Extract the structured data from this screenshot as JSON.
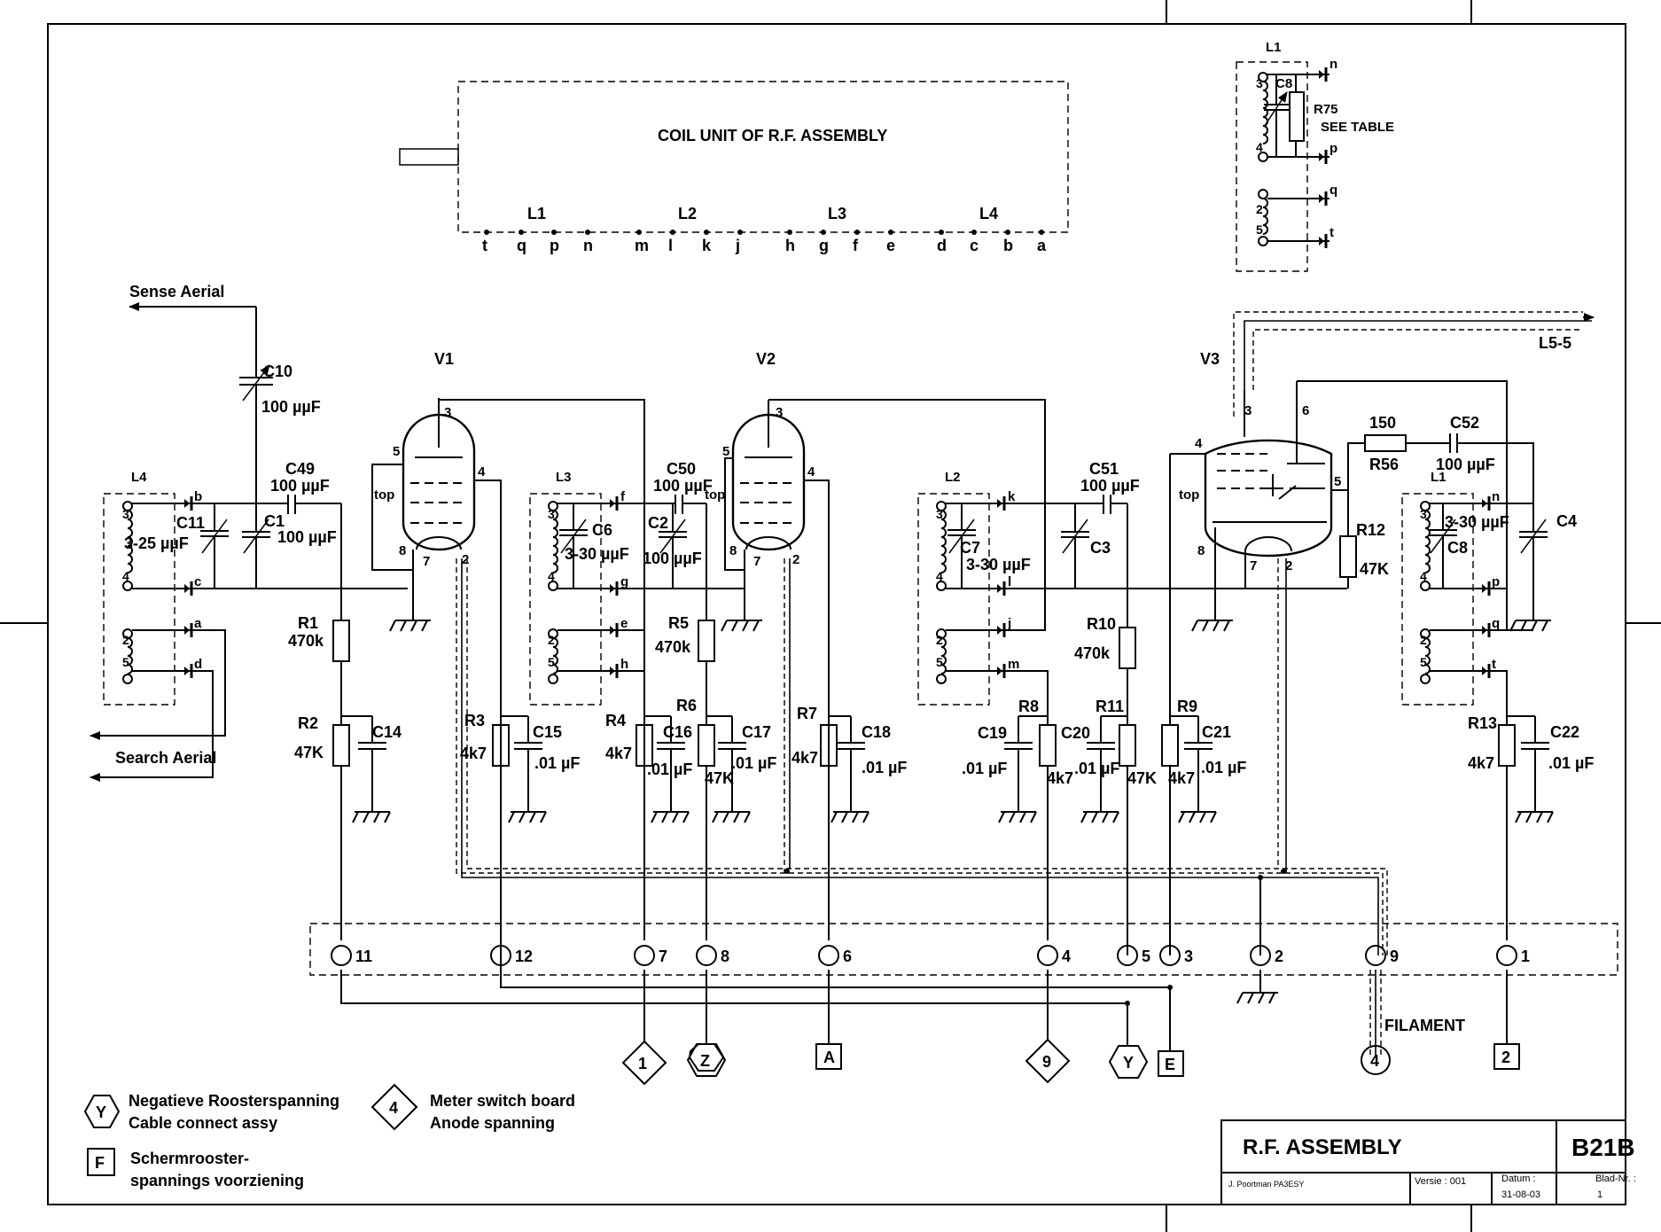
{
  "title_block": {
    "title": "R.F. ASSEMBLY",
    "drawing_no": "B21B",
    "author": "J. Poortman   PA3ESY",
    "version_label": "Versie : 001",
    "date_label": "Datum :",
    "date_value": "31-08-03",
    "sheet_label": "Blad-Nr. :",
    "sheet_value": "1"
  },
  "coil_unit": {
    "title": "COIL UNIT OF R.F. ASSEMBLY",
    "groups": [
      "L1",
      "L2",
      "L3",
      "L4"
    ],
    "pins": [
      "t",
      "q",
      "p",
      "n",
      "m",
      "l",
      "k",
      "j",
      "h",
      "g",
      "f",
      "e",
      "d",
      "c",
      "b",
      "a"
    ]
  },
  "inset": {
    "coil": "L1",
    "cap": "C8",
    "res": "R75",
    "note": "SEE TABLE",
    "pins": [
      "n",
      "p",
      "q",
      "t"
    ],
    "taps": [
      "3",
      "4",
      "2",
      "5"
    ]
  },
  "aerials": {
    "sense": "Sense Aerial",
    "search": "Search Aerial"
  },
  "output_label": "L5-5",
  "filament_label": "FILAMENT",
  "tubes": {
    "v1": {
      "name": "V1",
      "p3": "3",
      "p4": "4",
      "p5": "5",
      "p7": "7",
      "p8": "8",
      "p2": "2",
      "top": "top"
    },
    "v2": {
      "name": "V2",
      "p3": "3",
      "p4": "4",
      "p5": "5",
      "p7": "7",
      "p8": "8",
      "p2": "2",
      "top": "top"
    },
    "v3": {
      "name": "V3",
      "p3": "3",
      "p4": "4",
      "p5": "5",
      "p6": "6",
      "p7": "7",
      "p8": "8",
      "p2": "2",
      "top": "top"
    }
  },
  "coils": {
    "l4": {
      "name": "L4",
      "t3": "3",
      "t4": "4",
      "t2": "2",
      "t5": "5",
      "pb": "b",
      "pc": "c",
      "pa": "a",
      "pd": "d"
    },
    "l3": {
      "name": "L3",
      "t3": "3",
      "t4": "4",
      "t2": "2",
      "t5": "5",
      "pf": "f",
      "pg": "g",
      "pe": "e",
      "ph": "h"
    },
    "l2": {
      "name": "L2",
      "t3": "3",
      "t4": "4",
      "t2": "2",
      "t5": "5",
      "pk": "k",
      "pl": "l",
      "pj": "j",
      "pm": "m"
    },
    "l1": {
      "name": "L1",
      "t3": "3",
      "t4": "4",
      "t2": "2",
      "t5": "5",
      "pn": "n",
      "pp": "p",
      "pq": "q",
      "pt": "t"
    }
  },
  "components": {
    "c10": {
      "ref": "C10",
      "val": "100 µµF"
    },
    "c49": {
      "ref": "C49",
      "val": "100 µµF"
    },
    "c11": {
      "ref": "C11",
      "val": "3-25 µµF"
    },
    "c1": {
      "ref": "C1",
      "val": "100 µµF"
    },
    "c50": {
      "ref": "C50",
      "val": "100 µµF"
    },
    "c6": {
      "ref": "C6",
      "val": "3-30 µµF"
    },
    "c2": {
      "ref": "C2",
      "val": "100 µµF"
    },
    "c51": {
      "ref": "C51",
      "val": "100 µµF"
    },
    "c7": {
      "ref": "C7",
      "val": "3-30 µµF"
    },
    "c3": {
      "ref": "C3"
    },
    "c8": {
      "ref": "C8",
      "val": "3-30 µµF"
    },
    "c4": {
      "ref": "C4"
    },
    "r56": {
      "ref": "R56",
      "val": "150"
    },
    "c52": {
      "ref": "C52",
      "val": "100 µµF"
    },
    "r12": {
      "ref": "R12",
      "val": "47K"
    },
    "r1": {
      "ref": "R1",
      "val": "470k"
    },
    "r2": {
      "ref": "R2",
      "val": "47K"
    },
    "c14": {
      "ref": "C14"
    },
    "r3": {
      "ref": "R3",
      "val": "4k7"
    },
    "c15": {
      "ref": "C15",
      "val": ".01 µF"
    },
    "r4": {
      "ref": "R4",
      "val": "4k7"
    },
    "c16": {
      "ref": "C16",
      "val": ".01 µF"
    },
    "r5": {
      "ref": "R5",
      "val": "470k"
    },
    "r6": {
      "ref": "R6",
      "val": "47K"
    },
    "c17": {
      "ref": "C17",
      "val": ".01 µF"
    },
    "r7": {
      "ref": "R7",
      "val": "4k7"
    },
    "c18": {
      "ref": "C18",
      "val": ".01 µF"
    },
    "r8": {
      "ref": "R8",
      "val": "4k7"
    },
    "c19": {
      "ref": "C19",
      "val": ".01 µF"
    },
    "r10": {
      "ref": "R10",
      "val": "470k"
    },
    "r11": {
      "ref": "R11",
      "val": "47K"
    },
    "c20": {
      "ref": "C20",
      "val": ".01 µF"
    },
    "r9": {
      "ref": "R9",
      "val": "4k7"
    },
    "c21": {
      "ref": "C21",
      "val": ".01 µF"
    },
    "r13": {
      "ref": "R13",
      "val": "4k7"
    },
    "c22": {
      "ref": "C22",
      "val": ".01 µF"
    }
  },
  "terminals": [
    "11",
    "12",
    "7",
    "8",
    "6",
    "4",
    "5",
    "3",
    "2",
    "9",
    "1"
  ],
  "connectors": [
    "1",
    "Z",
    "A",
    "9",
    "Y",
    "E",
    "4",
    "2"
  ],
  "legend": {
    "y_symbol": "Y",
    "y_line1": "Negatieve Roosterspanning",
    "y_line2": "Cable connect assy",
    "d_symbol": "4",
    "d_line1": "Meter switch board",
    "d_line2": "Anode spanning",
    "f_symbol": "F",
    "f_line1": "Schermrooster-",
    "f_line2": "spannings voorziening"
  }
}
